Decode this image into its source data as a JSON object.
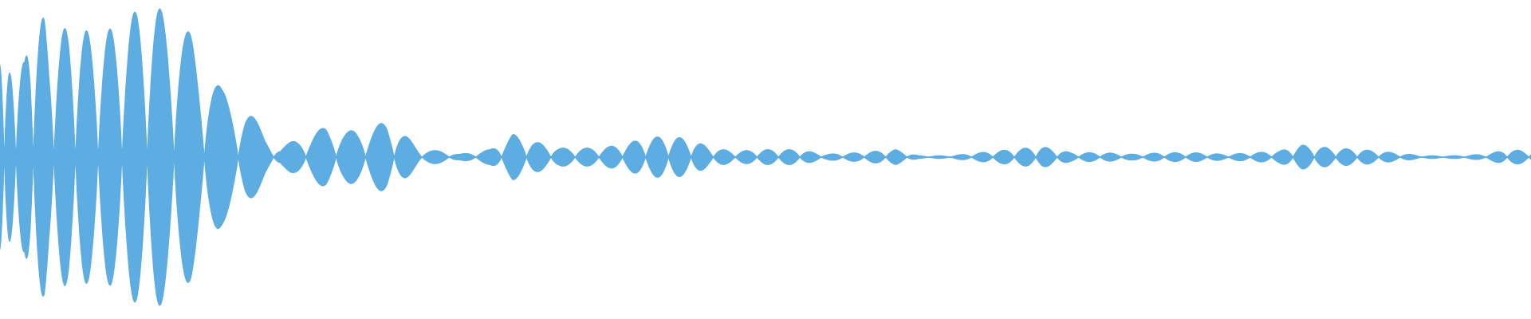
{
  "waveform": {
    "color": "#5dade2",
    "background": "#ffffff",
    "envelope": [
      {
        "t": 0.0,
        "a": 0.6
      },
      {
        "t": 0.003,
        "a": 0.53
      },
      {
        "t": 0.01,
        "a": 0.57
      },
      {
        "t": 0.016,
        "a": 0.62
      },
      {
        "t": 0.02,
        "a": 0.96
      },
      {
        "t": 0.029,
        "a": 0.9
      },
      {
        "t": 0.032,
        "a": 0.75
      },
      {
        "t": 0.045,
        "a": 0.86
      },
      {
        "t": 0.06,
        "a": 0.81
      },
      {
        "t": 0.075,
        "a": 0.84
      },
      {
        "t": 0.09,
        "a": 0.96
      },
      {
        "t": 0.1,
        "a": 1.0
      },
      {
        "t": 0.114,
        "a": 0.89
      },
      {
        "t": 0.125,
        "a": 0.8
      },
      {
        "t": 0.135,
        "a": 0.59
      },
      {
        "t": 0.145,
        "a": 0.44
      },
      {
        "t": 0.16,
        "a": 0.36
      },
      {
        "t": 0.173,
        "a": 0.14
      },
      {
        "t": 0.183,
        "a": 0.06
      },
      {
        "t": 0.19,
        "a": 0.1
      },
      {
        "t": 0.2,
        "a": 0.14
      },
      {
        "t": 0.213,
        "a": 0.2
      },
      {
        "t": 0.225,
        "a": 0.17
      },
      {
        "t": 0.24,
        "a": 0.18
      },
      {
        "t": 0.253,
        "a": 0.24
      },
      {
        "t": 0.265,
        "a": 0.14
      },
      {
        "t": 0.275,
        "a": 0.05
      },
      {
        "t": 0.29,
        "a": 0.04
      },
      {
        "t": 0.3,
        "a": 0.02
      },
      {
        "t": 0.32,
        "a": 0.05
      },
      {
        "t": 0.335,
        "a": 0.15
      },
      {
        "t": 0.35,
        "a": 0.1
      },
      {
        "t": 0.365,
        "a": 0.06
      },
      {
        "t": 0.39,
        "a": 0.06
      },
      {
        "t": 0.405,
        "a": 0.08
      },
      {
        "t": 0.42,
        "a": 0.12
      },
      {
        "t": 0.435,
        "a": 0.14
      },
      {
        "t": 0.45,
        "a": 0.12
      },
      {
        "t": 0.465,
        "a": 0.06
      },
      {
        "t": 0.48,
        "a": 0.04
      },
      {
        "t": 0.5,
        "a": 0.05
      },
      {
        "t": 0.52,
        "a": 0.05
      },
      {
        "t": 0.54,
        "a": 0.02
      },
      {
        "t": 0.56,
        "a": 0.03
      },
      {
        "t": 0.585,
        "a": 0.05
      },
      {
        "t": 0.6,
        "a": 0.01
      },
      {
        "t": 0.62,
        "a": 0.01
      },
      {
        "t": 0.64,
        "a": 0.03
      },
      {
        "t": 0.66,
        "a": 0.05
      },
      {
        "t": 0.68,
        "a": 0.07
      },
      {
        "t": 0.7,
        "a": 0.03
      },
      {
        "t": 0.72,
        "a": 0.03
      },
      {
        "t": 0.74,
        "a": 0.02
      },
      {
        "t": 0.76,
        "a": 0.03
      },
      {
        "t": 0.78,
        "a": 0.03
      },
      {
        "t": 0.8,
        "a": 0.02
      },
      {
        "t": 0.82,
        "a": 0.03
      },
      {
        "t": 0.835,
        "a": 0.04
      },
      {
        "t": 0.85,
        "a": 0.08
      },
      {
        "t": 0.87,
        "a": 0.06
      },
      {
        "t": 0.89,
        "a": 0.05
      },
      {
        "t": 0.91,
        "a": 0.03
      },
      {
        "t": 0.93,
        "a": 0.01
      },
      {
        "t": 0.95,
        "a": 0.01
      },
      {
        "t": 0.97,
        "a": 0.02
      },
      {
        "t": 0.985,
        "a": 0.05
      },
      {
        "t": 1.0,
        "a": 0.04
      }
    ],
    "oscillation": [
      {
        "t": 0.0,
        "period": 0.005
      },
      {
        "t": 0.02,
        "period": 0.013
      },
      {
        "t": 0.1,
        "period": 0.017
      },
      {
        "t": 0.16,
        "period": 0.024
      },
      {
        "t": 0.2,
        "period": 0.02
      },
      {
        "t": 0.35,
        "period": 0.016
      },
      {
        "t": 0.5,
        "period": 0.014
      },
      {
        "t": 1.0,
        "period": 0.014
      }
    ]
  }
}
